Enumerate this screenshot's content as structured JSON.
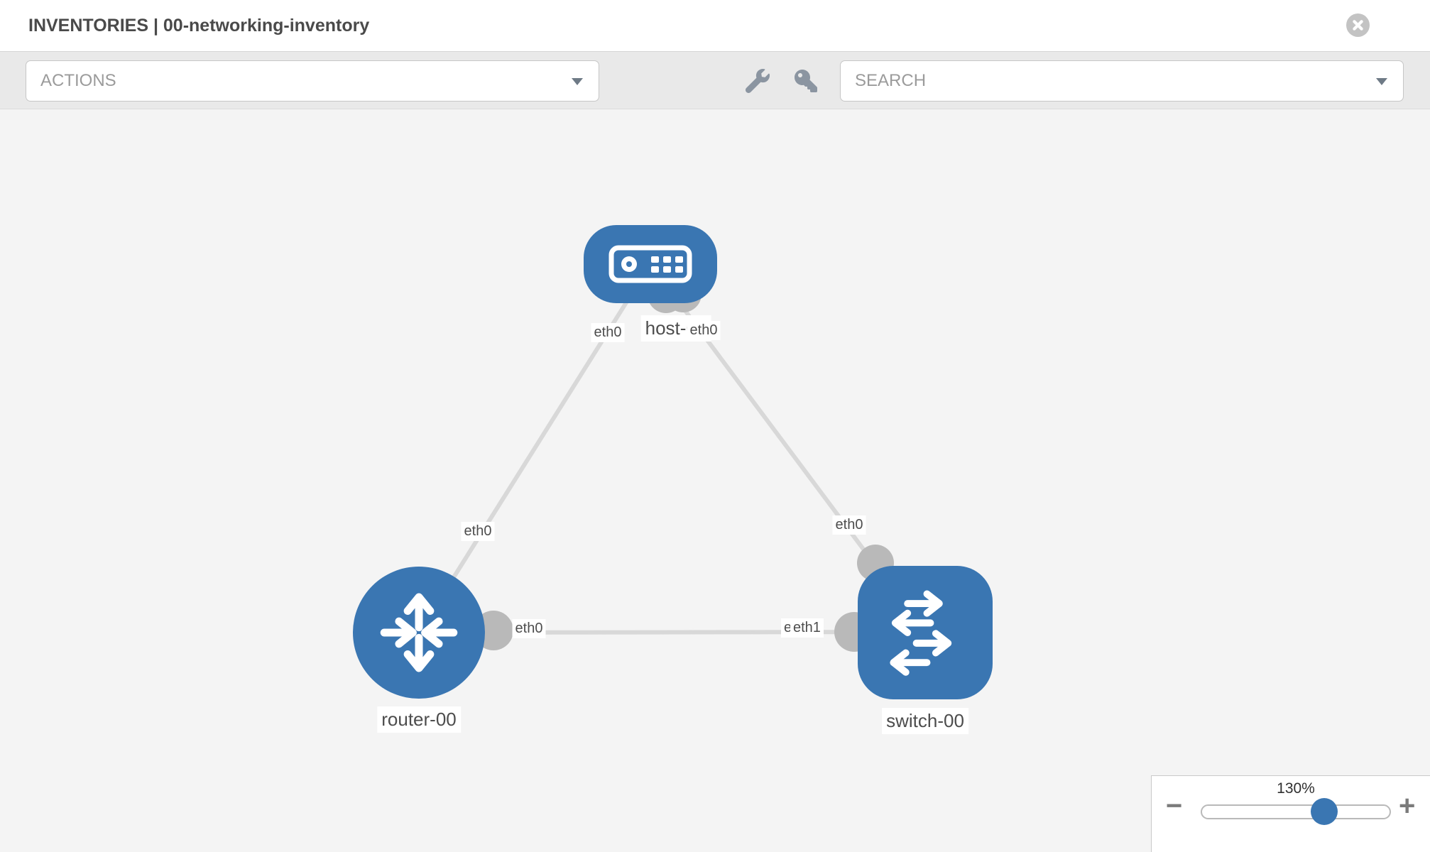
{
  "header": {
    "title": "INVENTORIES | 00-networking-inventory"
  },
  "toolbar": {
    "actions_label": "ACTIONS",
    "search_label": "SEARCH",
    "icons": [
      "wrench-icon",
      "key-icon"
    ]
  },
  "topology": {
    "nodes": [
      {
        "id": "host-00",
        "label": "host-00",
        "type": "host"
      },
      {
        "id": "router-00",
        "label": "router-00",
        "type": "router"
      },
      {
        "id": "switch-00",
        "label": "switch-00",
        "type": "switch"
      }
    ],
    "links": [
      {
        "from": "host-00",
        "from_interface": "eth0",
        "to": "router-00",
        "to_interface": "eth0"
      },
      {
        "from": "host-00",
        "from_interface": "eth0",
        "to": "switch-00",
        "to_interface": "eth0"
      },
      {
        "from": "router-00",
        "from_interface": "eth0",
        "to": "switch-00",
        "to_interface": "eth1"
      }
    ]
  },
  "ifaces": {
    "host_left": "eth0",
    "host_right": "eth0",
    "router_top": "eth0",
    "router_right": "eth0",
    "switch_top": "eth0",
    "switch_left_back": "eth0",
    "switch_left_front": "eth1"
  },
  "zoom_control": {
    "percent": "130%",
    "minus_label": "−",
    "plus_label": "+"
  },
  "colors": {
    "node_blue": "#3a76b2",
    "link_gray": "#d8d8d8",
    "interface_gray": "#b9b9b9",
    "canvas_bg": "#f4f4f4",
    "toolbar_bg": "#e9e9e9"
  }
}
